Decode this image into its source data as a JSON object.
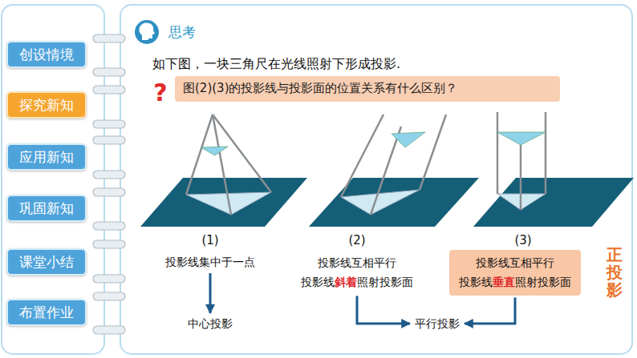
{
  "diagram": {
    "nodes": [
      {
        "text": [
          "创设情境"
        ]
      },
      {
        "text": [
          "探究新知"
        ]
      },
      {
        "text": [
          "应用新知"
        ]
      },
      {
        "text": [
          "巩固新知"
        ]
      },
      {
        "text": [
          "课堂小结"
        ]
      },
      {
        "text": [
          "布置作业"
        ]
      },
      {
        "text": [
          "图(2)(3)的投影线与投影面的位置关系有什么区别？"
        ]
      },
      {
        "text": [
          "投影线集中于一点"
        ]
      },
      {
        "text": [
          "中心投影"
        ]
      },
      {
        "text": [
          "投影线互相平行",
          "投影线斜着照射投影面"
        ]
      },
      {
        "text": [
          "投影线互相平行",
          "投影线垂直照射投影面"
        ]
      },
      {
        "text": [
          "平行投影"
        ]
      }
    ],
    "edges": [
      {
        "from": 7,
        "to": 8,
        "arrow": "to"
      },
      {
        "from": 9,
        "to": 11,
        "arrow": "to"
      },
      {
        "from": 10,
        "to": 11,
        "arrow": "to"
      }
    ],
    "labels": [
      "思考",
      "如下图，一块三角尺在光线照射下形成投影.",
      "?",
      "(1)",
      "(2)",
      "(3)",
      "正投影"
    ]
  }
}
